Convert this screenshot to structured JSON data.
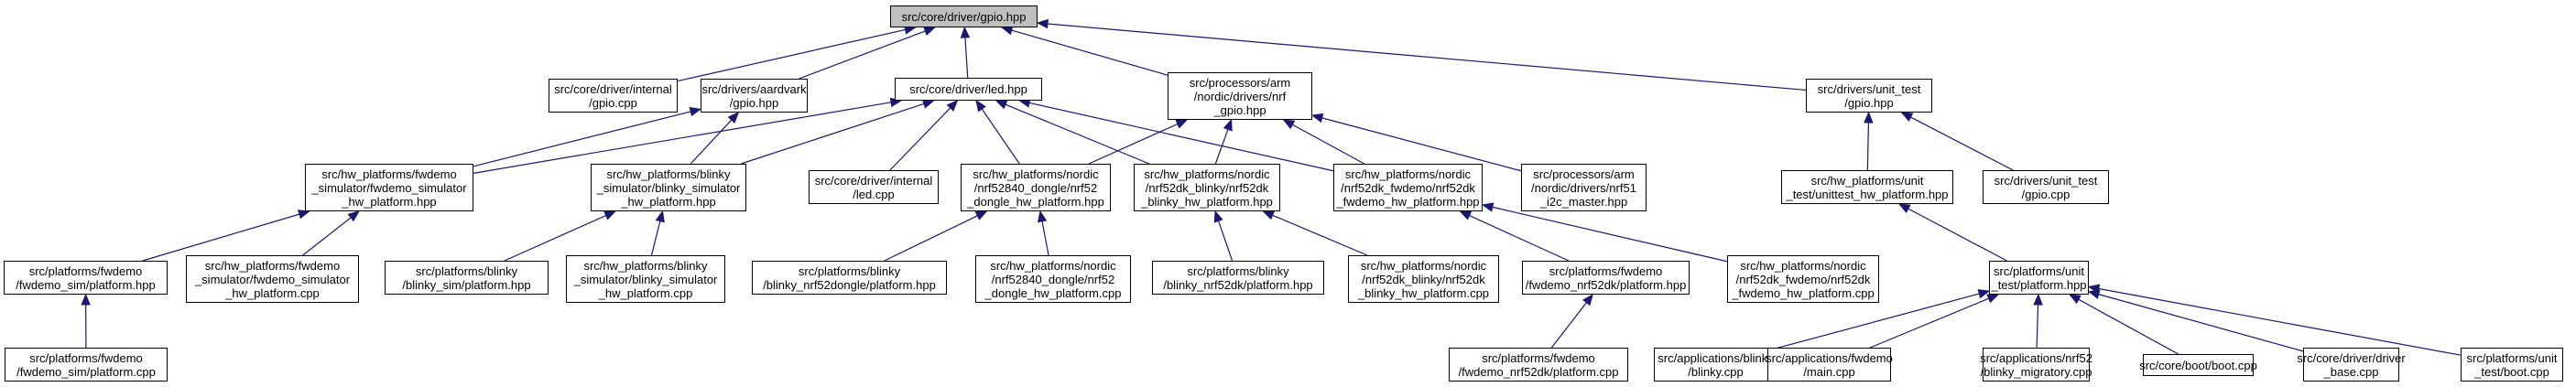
{
  "graph": {
    "title": "src/core/driver/gpio.hpp include dependency graph",
    "edge_color": "#191970",
    "root_fill": "#bfbfbf",
    "nodes": [
      {
        "id": "root",
        "label": "src/core/driver/gpio.hpp",
        "root": true
      },
      {
        "id": "internal_gpio_cpp",
        "label": "src/core/driver/internal\n/gpio.cpp"
      },
      {
        "id": "aardvark_gpio",
        "label": "src/drivers/aardvark\n/gpio.hpp"
      },
      {
        "id": "led_hpp",
        "label": "src/core/driver/led.hpp"
      },
      {
        "id": "nrf_gpio",
        "label": "src/processors/arm\n/nordic/drivers/nrf\n_gpio.hpp"
      },
      {
        "id": "unit_test_gpio",
        "label": "src/drivers/unit_test\n/gpio.hpp"
      },
      {
        "id": "fwdemo_sim_hw_hpp",
        "label": "src/hw_platforms/fwdemo\n_simulator/fwdemo_simulator\n_hw_platform.hpp"
      },
      {
        "id": "blinky_sim_hw_hpp",
        "label": "src/hw_platforms/blinky\n_simulator/blinky_simulator\n_hw_platform.hpp"
      },
      {
        "id": "internal_led_cpp",
        "label": "src/core/driver/internal\n/led.cpp"
      },
      {
        "id": "dongle_hw_hpp",
        "label": "src/hw_platforms/nordic\n/nrf52840_dongle/nrf52\n_dongle_hw_platform.hpp"
      },
      {
        "id": "nrf52dk_blinky_hw_hpp",
        "label": "src/hw_platforms/nordic\n/nrf52dk_blinky/nrf52dk\n_blinky_hw_platform.hpp"
      },
      {
        "id": "nrf52dk_fwdemo_hw_hpp",
        "label": "src/hw_platforms/nordic\n/nrf52dk_fwdemo/nrf52dk\n_fwdemo_hw_platform.hpp"
      },
      {
        "id": "nrf51_i2c",
        "label": "src/processors/arm\n/nordic/drivers/nrf51\n_i2c_master.hpp"
      },
      {
        "id": "unittest_hw_hpp",
        "label": "src/hw_platforms/unit\n_test/unittest_hw_platform.hpp"
      },
      {
        "id": "unit_test_gpio_cpp",
        "label": "src/drivers/unit_test\n/gpio.cpp"
      },
      {
        "id": "fwdemo_sim_platform_hpp",
        "label": "src/platforms/fwdemo\n/fwdemo_sim/platform.hpp"
      },
      {
        "id": "fwdemo_sim_hw_cpp",
        "label": "src/hw_platforms/fwdemo\n_simulator/fwdemo_simulator\n_hw_platform.cpp"
      },
      {
        "id": "blinky_sim_platform_hpp",
        "label": "src/platforms/blinky\n/blinky_sim/platform.hpp"
      },
      {
        "id": "blinky_sim_hw_cpp",
        "label": "src/hw_platforms/blinky\n_simulator/blinky_simulator\n_hw_platform.cpp"
      },
      {
        "id": "blinky_dongle_platform_hpp",
        "label": "src/platforms/blinky\n/blinky_nrf52dongle/platform.hpp"
      },
      {
        "id": "dongle_hw_cpp",
        "label": "src/hw_platforms/nordic\n/nrf52840_dongle/nrf52\n_dongle_hw_platform.cpp"
      },
      {
        "id": "blinky_nrf52dk_platform_hpp",
        "label": "src/platforms/blinky\n/blinky_nrf52dk/platform.hpp"
      },
      {
        "id": "nrf52dk_blinky_hw_cpp",
        "label": "src/hw_platforms/nordic\n/nrf52dk_blinky/nrf52dk\n_blinky_hw_platform.cpp"
      },
      {
        "id": "fwdemo_nrf52dk_platform_hpp",
        "label": "src/platforms/fwdemo\n/fwdemo_nrf52dk/platform.hpp"
      },
      {
        "id": "nrf52dk_fwdemo_hw_cpp",
        "label": "src/hw_platforms/nordic\n/nrf52dk_fwdemo/nrf52dk\n_fwdemo_hw_platform.cpp"
      },
      {
        "id": "unit_test_platform_hpp",
        "label": "src/platforms/unit\n_test/platform.hpp"
      },
      {
        "id": "fwdemo_sim_platform_cpp",
        "label": "src/platforms/fwdemo\n/fwdemo_sim/platform.cpp"
      },
      {
        "id": "fwdemo_nrf52dk_platform_cpp",
        "label": "src/platforms/fwdemo\n/fwdemo_nrf52dk/platform.cpp"
      },
      {
        "id": "blinky_cpp",
        "label": "src/applications/blinky\n/blinky.cpp"
      },
      {
        "id": "fwdemo_main_cpp",
        "label": "src/applications/fwdemo\n/main.cpp"
      },
      {
        "id": "blinky_migratory_cpp",
        "label": "src/applications/nrf52\n/blinky_migratory.cpp"
      },
      {
        "id": "boot_cpp",
        "label": "src/core/boot/boot.cpp"
      },
      {
        "id": "driver_base_cpp",
        "label": "src/core/driver/driver\n_base.cpp"
      },
      {
        "id": "unit_test_boot_cpp",
        "label": "src/platforms/unit\n_test/boot.cpp"
      }
    ],
    "edges": [
      [
        "internal_gpio_cpp",
        "root"
      ],
      [
        "aardvark_gpio",
        "root"
      ],
      [
        "led_hpp",
        "root"
      ],
      [
        "nrf_gpio",
        "root"
      ],
      [
        "unit_test_gpio",
        "root"
      ],
      [
        "fwdemo_sim_hw_hpp",
        "aardvark_gpio"
      ],
      [
        "blinky_sim_hw_hpp",
        "aardvark_gpio"
      ],
      [
        "fwdemo_sim_hw_hpp",
        "led_hpp"
      ],
      [
        "blinky_sim_hw_hpp",
        "led_hpp"
      ],
      [
        "internal_led_cpp",
        "led_hpp"
      ],
      [
        "dongle_hw_hpp",
        "led_hpp"
      ],
      [
        "nrf52dk_blinky_hw_hpp",
        "led_hpp"
      ],
      [
        "nrf52dk_fwdemo_hw_hpp",
        "led_hpp"
      ],
      [
        "dongle_hw_hpp",
        "nrf_gpio"
      ],
      [
        "nrf52dk_blinky_hw_hpp",
        "nrf_gpio"
      ],
      [
        "nrf52dk_fwdemo_hw_hpp",
        "nrf_gpio"
      ],
      [
        "nrf51_i2c",
        "nrf_gpio"
      ],
      [
        "unittest_hw_hpp",
        "unit_test_gpio"
      ],
      [
        "unit_test_gpio_cpp",
        "unit_test_gpio"
      ],
      [
        "fwdemo_sim_platform_hpp",
        "fwdemo_sim_hw_hpp"
      ],
      [
        "fwdemo_sim_hw_cpp",
        "fwdemo_sim_hw_hpp"
      ],
      [
        "blinky_sim_platform_hpp",
        "blinky_sim_hw_hpp"
      ],
      [
        "blinky_sim_hw_cpp",
        "blinky_sim_hw_hpp"
      ],
      [
        "blinky_dongle_platform_hpp",
        "dongle_hw_hpp"
      ],
      [
        "dongle_hw_cpp",
        "dongle_hw_hpp"
      ],
      [
        "blinky_nrf52dk_platform_hpp",
        "nrf52dk_blinky_hw_hpp"
      ],
      [
        "nrf52dk_blinky_hw_cpp",
        "nrf52dk_blinky_hw_hpp"
      ],
      [
        "fwdemo_nrf52dk_platform_hpp",
        "nrf52dk_fwdemo_hw_hpp"
      ],
      [
        "nrf52dk_fwdemo_hw_cpp",
        "nrf52dk_fwdemo_hw_hpp"
      ],
      [
        "unit_test_platform_hpp",
        "unittest_hw_hpp"
      ],
      [
        "fwdemo_sim_platform_cpp",
        "fwdemo_sim_platform_hpp"
      ],
      [
        "fwdemo_nrf52dk_platform_cpp",
        "fwdemo_nrf52dk_platform_hpp"
      ],
      [
        "blinky_cpp",
        "unit_test_platform_hpp"
      ],
      [
        "fwdemo_main_cpp",
        "unit_test_platform_hpp"
      ],
      [
        "blinky_migratory_cpp",
        "unit_test_platform_hpp"
      ],
      [
        "boot_cpp",
        "unit_test_platform_hpp"
      ],
      [
        "driver_base_cpp",
        "unit_test_platform_hpp"
      ],
      [
        "unit_test_boot_cpp",
        "unit_test_platform_hpp"
      ]
    ]
  }
}
